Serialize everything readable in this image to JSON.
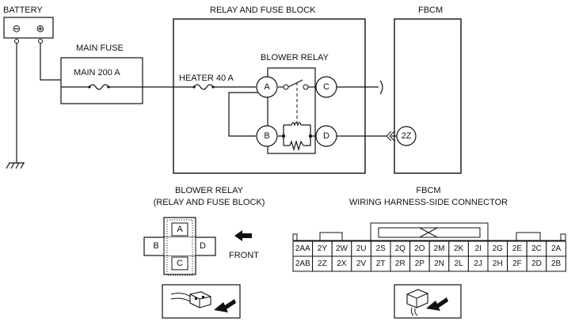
{
  "diagram": {
    "battery": {
      "label": "BATTERY",
      "minus": "⊖",
      "plus": "⊕"
    },
    "main_fuse": {
      "title": "MAIN FUSE",
      "rating": "MAIN 200 A"
    },
    "relay_block": {
      "title": "RELAY AND FUSE BLOCK",
      "heater_fuse": "HEATER 40 A",
      "blower_relay_title": "BLOWER RELAY"
    },
    "fbcm": {
      "title": "FBCM",
      "pin": "2Z"
    },
    "relay_pins": [
      "A",
      "B",
      "C",
      "D"
    ]
  },
  "relay_view": {
    "title_line1": "BLOWER RELAY",
    "title_line2": "(RELAY AND FUSE BLOCK)",
    "front_label": "FRONT",
    "terminals": [
      "A",
      "B",
      "C",
      "D"
    ]
  },
  "connector_view": {
    "title_line1": "FBCM",
    "title_line2": "WIRING HARNESS-SIDE CONNECTOR",
    "rows": [
      [
        "2AA",
        "2Y",
        "2W",
        "2U",
        "2S",
        "2Q",
        "2O",
        "2M",
        "2K",
        "2I",
        "2G",
        "2E",
        "2C",
        "2A"
      ],
      [
        "2AB",
        "2Z",
        "2X",
        "2V",
        "2T",
        "2R",
        "2P",
        "2N",
        "2L",
        "2J",
        "2H",
        "2F",
        "2D",
        "2B"
      ]
    ]
  }
}
